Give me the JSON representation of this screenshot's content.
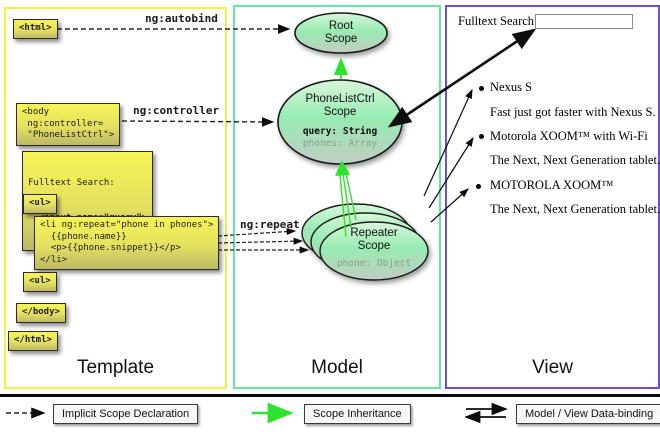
{
  "colors": {
    "template_border": "#f5f23c",
    "model_border": "#5fe9a4",
    "view_border": "#6b4ee0",
    "inheritance_green": "#2ee32e",
    "code_box_yellow_top": "#f7f455",
    "code_box_yellow_bottom": "#bdb966",
    "scope_fill_top": "#d8f7da",
    "scope_fill_mid": "#97ebb2",
    "scope_fill_bottom": "#c3ccc3"
  },
  "columns": {
    "template": "Template",
    "model": "Model",
    "view": "View"
  },
  "arrow_labels": {
    "autobind": "ng:autobind",
    "controller": "ng:controller",
    "repeat": "ng:repeat"
  },
  "template_code": {
    "html_open": "<html>",
    "body_open": "<body\n ng:controller=\n \"PhoneListCtrl\">",
    "fulltext_label": "Fulltext Search:",
    "fulltext_input": "  <input name=\"query\">",
    "ul_open": "<ul>",
    "li_repeat": "<li ng:repeat=\"phone in phones\">\n  {{phone.name}}\n  <p>{{phone.snippet}}</p>\n</li>",
    "ul_close": "<ul>",
    "body_close": "</body>",
    "html_close": "</html>"
  },
  "model": {
    "root_scope": {
      "title": "Root\nScope"
    },
    "phonelist_scope": {
      "title": "PhoneListCtrl\nScope",
      "prop_query": "query: String",
      "prop_phones": "phones: Array"
    },
    "repeater_scope": {
      "title": "Repeater\nScope",
      "prop_phone": "phone: Object"
    }
  },
  "view": {
    "search_label": "Fulltext Search:",
    "search_value": "",
    "items": [
      {
        "title": "Nexus S",
        "desc": "Fast just got faster with Nexus S."
      },
      {
        "title": "Motorola XOOM™  with Wi-Fi",
        "desc": "The Next, Next Generation tablet."
      },
      {
        "title": "MOTOROLA XOOM™",
        "desc": "The Next, Next Generation tablet."
      }
    ]
  },
  "legend": {
    "implicit": "Implicit Scope Declaration",
    "inheritance": "Scope Inheritance",
    "binding": "Model / View Data-binding"
  }
}
